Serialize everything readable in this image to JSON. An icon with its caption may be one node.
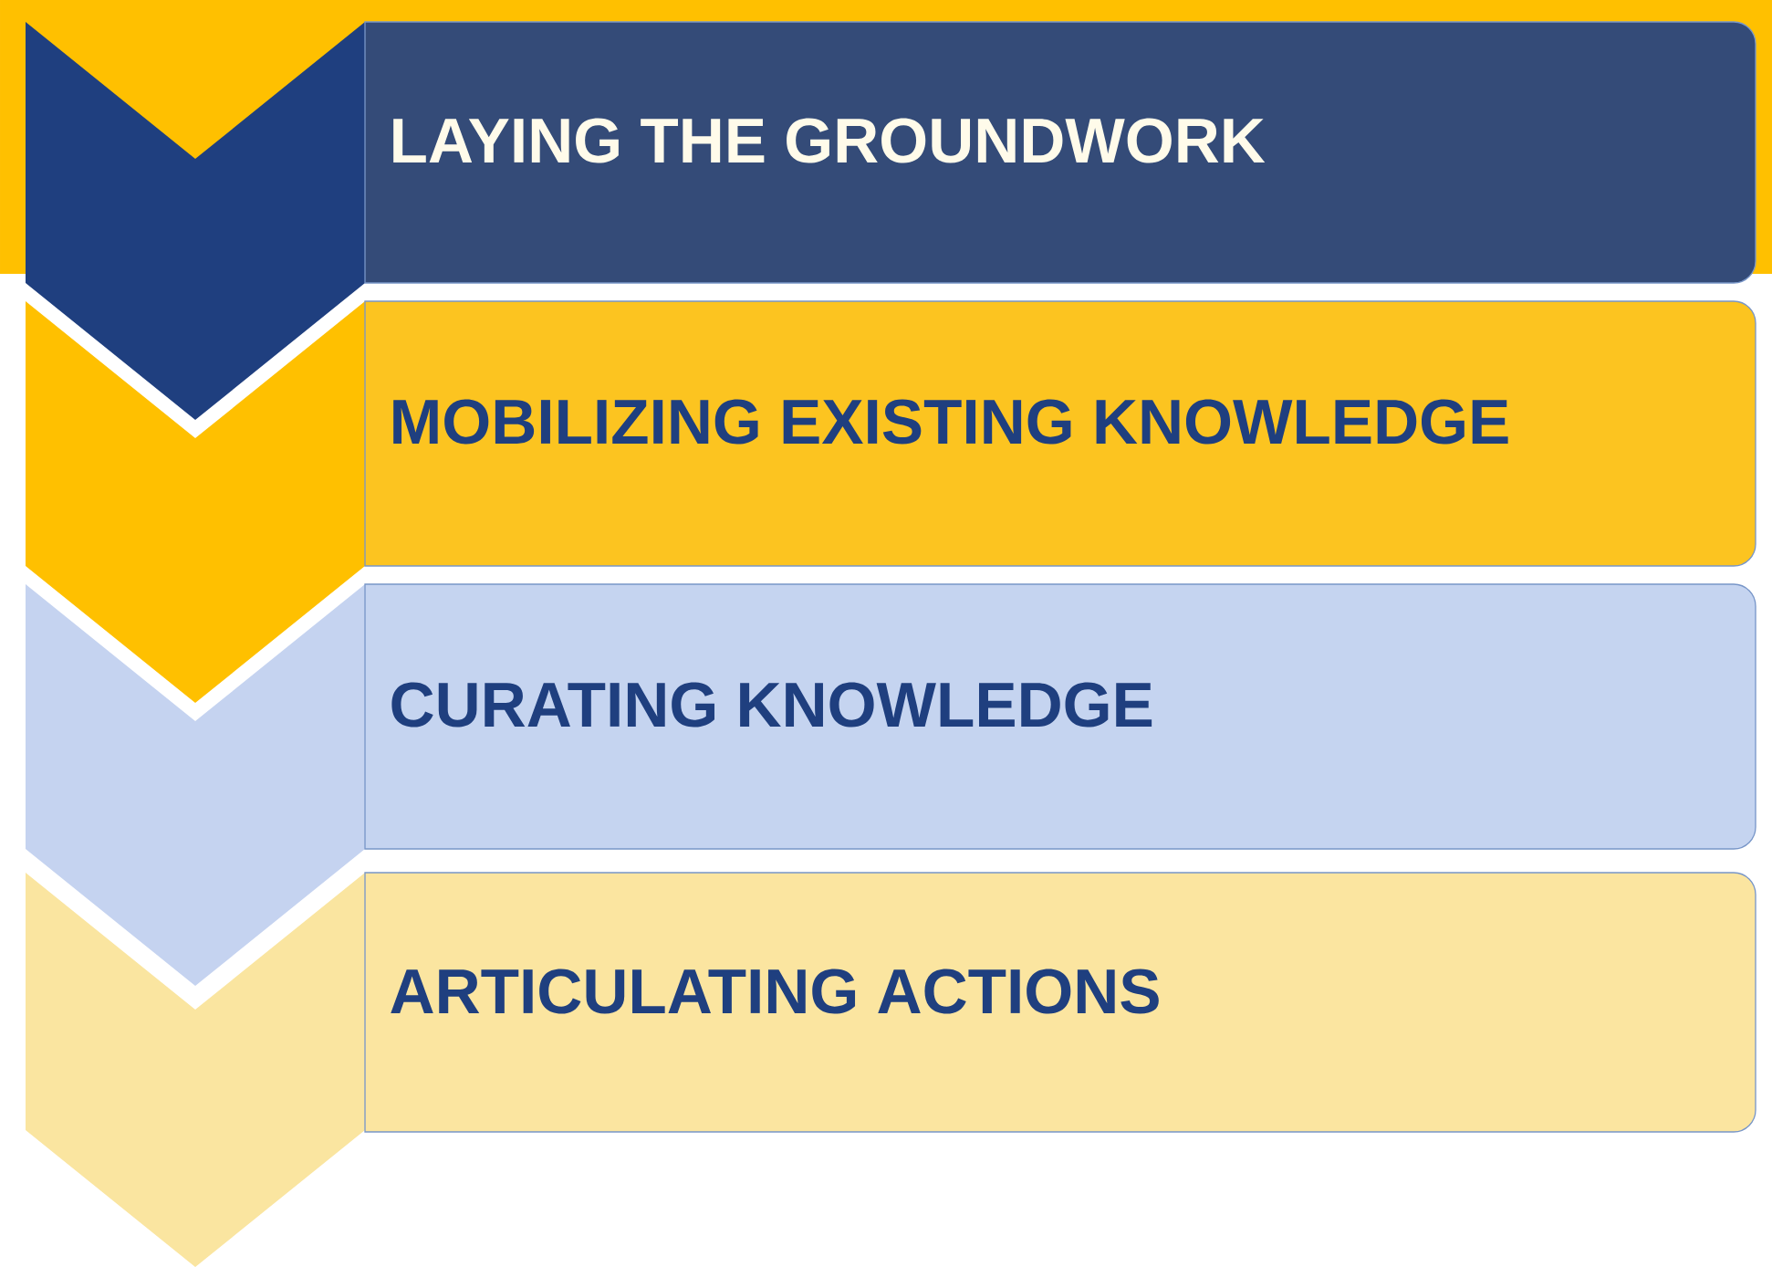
{
  "diagram": {
    "nodes": [
      {
        "text": [
          "LAYING THE GROUNDWORK"
        ]
      },
      {
        "text": [
          "MOBILIZING EXISTING KNOWLEDGE"
        ]
      },
      {
        "text": [
          "CURATING KNOWLEDGE"
        ]
      },
      {
        "text": [
          "ARTICULATING ACTIONS"
        ]
      },
      {
        "text": [],
        "shape": "chevron"
      },
      {
        "text": [],
        "shape": "chevron"
      },
      {
        "text": [],
        "shape": "chevron"
      },
      {
        "text": [],
        "shape": "chevron"
      }
    ]
  }
}
